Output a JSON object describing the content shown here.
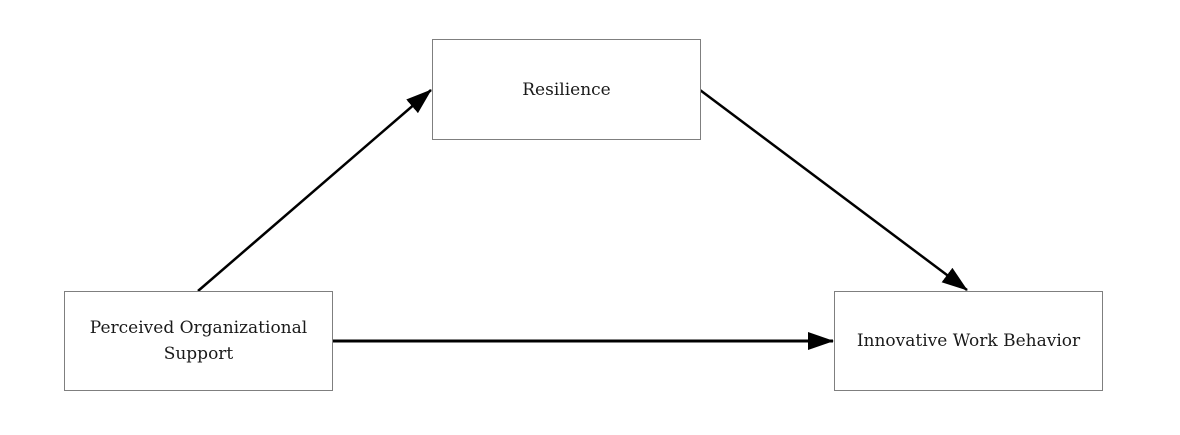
{
  "nodes": {
    "resilience": {
      "label": "Resilience"
    },
    "perceived_organizational_support": {
      "label_line1": "Perceived Organizational",
      "label_line2": "Support"
    },
    "innovative_work_behavior": {
      "label": "Innovative Work Behavior"
    }
  },
  "edges": [
    {
      "from": "Perceived Organizational Support",
      "to": "Resilience"
    },
    {
      "from": "Resilience",
      "to": "Innovative Work Behavior"
    },
    {
      "from": "Perceived Organizational Support",
      "to": "Innovative Work Behavior"
    }
  ],
  "colors": {
    "arrow": "#000000",
    "box_border": "#7f7f7f",
    "text": "#1a1a1a",
    "background": "#ffffff"
  }
}
